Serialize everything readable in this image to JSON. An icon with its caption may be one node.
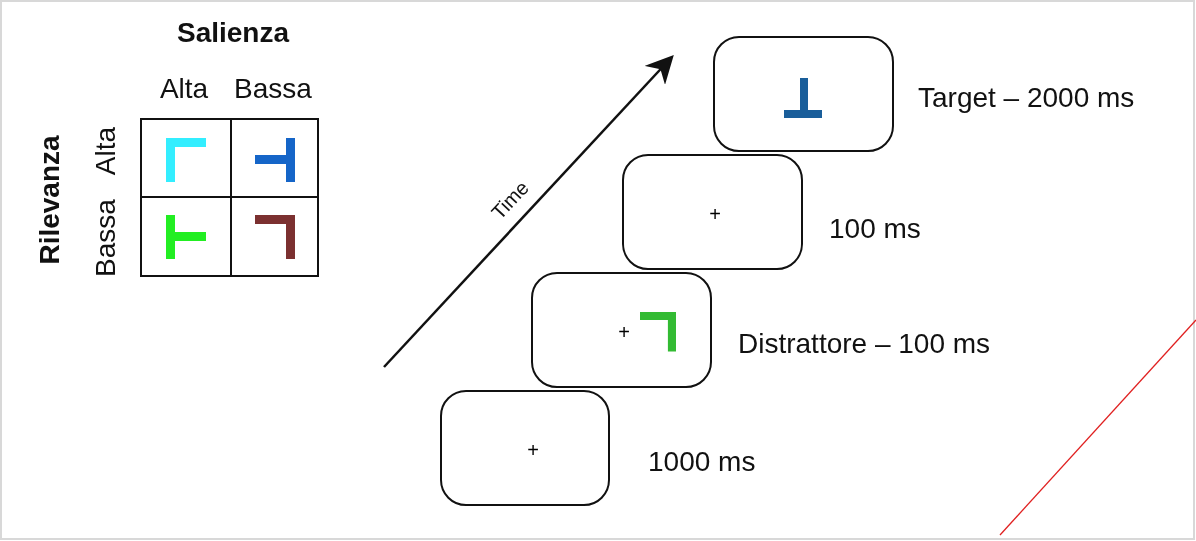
{
  "diagram": {
    "nodes": [
      {
        "text": [
          "+"
        ],
        "beside": [
          "1000 ms"
        ]
      },
      {
        "text": [
          "+"
        ],
        "beside": [
          "Distrattore – 100 ms"
        ]
      },
      {
        "text": [
          "+"
        ],
        "beside": [
          "100 ms"
        ]
      },
      {
        "text": [],
        "shape": "box",
        "beside": [
          "Target – 2000 ms"
        ]
      }
    ],
    "edges": [],
    "labels": [
      "Salienza",
      "Alta",
      "Bassa",
      "Rilevanza",
      "Alta",
      "Bassa",
      "Time"
    ]
  }
}
